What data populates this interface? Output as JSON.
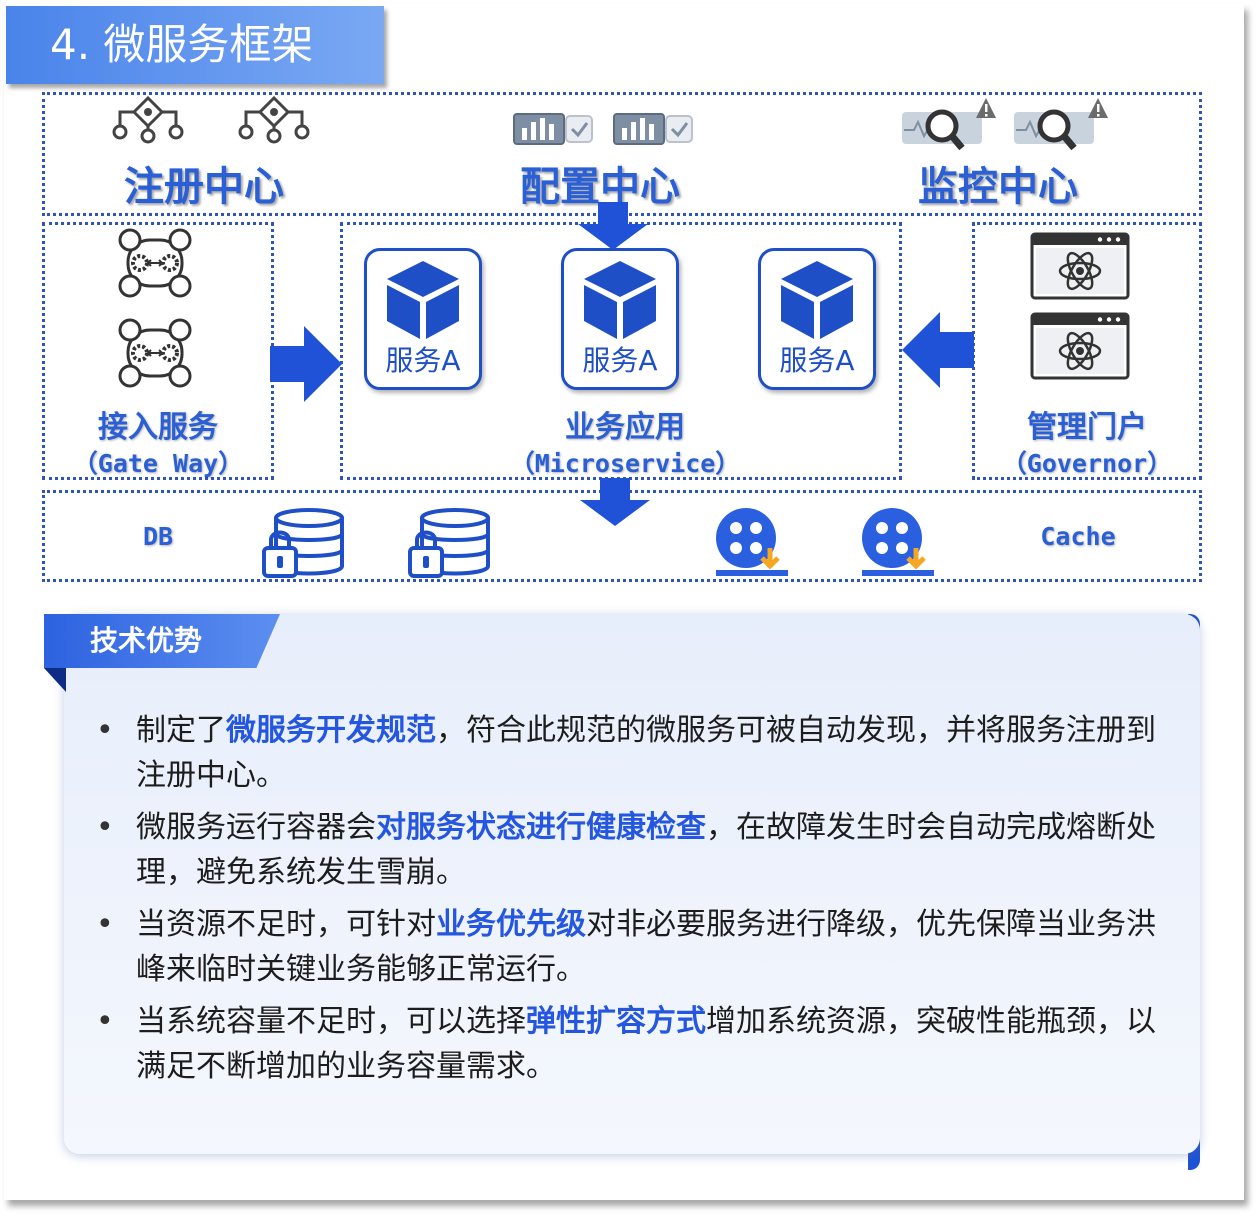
{
  "header": {
    "title": "4. 微服务框架"
  },
  "diagram": {
    "top": {
      "registry": "注册中心",
      "config": "配置中心",
      "monitor": "监控中心"
    },
    "gateway": {
      "title": "接入服务",
      "subtitle": "（Gate Way）"
    },
    "business": {
      "services": [
        "服务A",
        "服务A",
        "服务A"
      ],
      "title": "业务应用",
      "subtitle": "（Microservice）"
    },
    "governor": {
      "title": "管理门户",
      "subtitle": "（Governor）"
    },
    "storage": {
      "db_label": "DB",
      "cache_label": "Cache"
    },
    "colors": {
      "accent": "#2a5fd6",
      "arrow": "#1f52d6",
      "border": "#2f55b8"
    }
  },
  "advantages": {
    "title": "技术优势",
    "items": [
      {
        "pre": "制定了",
        "hl": "微服务开发规范",
        "post": "，符合此规范的微服务可被自动发现，并将服务注册到注册中心。"
      },
      {
        "pre": "微服务运行容器会",
        "hl": "对服务状态进行健康检查",
        "post": "，在故障发生时会自动完成熔断处理，避免系统发生雪崩。"
      },
      {
        "pre": "当资源不足时，可针对",
        "hl": "业务优先级",
        "post": "对非必要服务进行降级，优先保障当业务洪峰来临时关键业务能够正常运行。"
      },
      {
        "pre": "当系统容量不足时，可以选择",
        "hl": "弹性扩容方式",
        "post": "增加系统资源，突破性能瓶颈，以满足不断增加的业务容量需求。"
      }
    ]
  }
}
